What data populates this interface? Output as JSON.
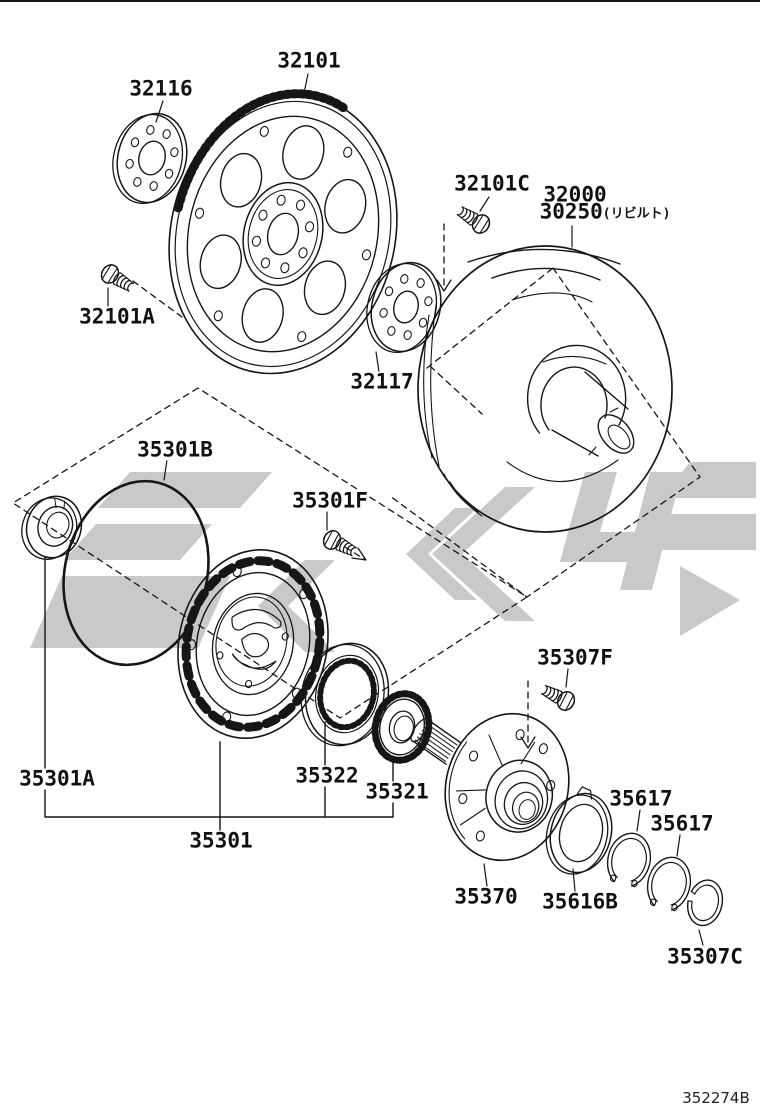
{
  "diagram": {
    "title_hidden": "",
    "drawing_number": "352274B",
    "colors": {
      "line": "#161616",
      "watermark": "#c9c9c9",
      "background": "#ffffff"
    },
    "callouts": {
      "c32116": "32116",
      "c32101": "32101",
      "c32101C": "32101C",
      "c32000": "32000",
      "c30250": "30250",
      "c30250_suffix": "(リビルト)",
      "c32101A": "32101A",
      "c32117": "32117",
      "c35301B": "35301B",
      "c35301F": "35301F",
      "c35307F": "35307F",
      "c35301A": "35301A",
      "c35322": "35322",
      "c35321": "35321",
      "c35301": "35301",
      "c35370": "35370",
      "c35616B": "35616B",
      "c35617_upper": "35617",
      "c35617_lower": "35617",
      "c35307C": "35307C"
    }
  }
}
